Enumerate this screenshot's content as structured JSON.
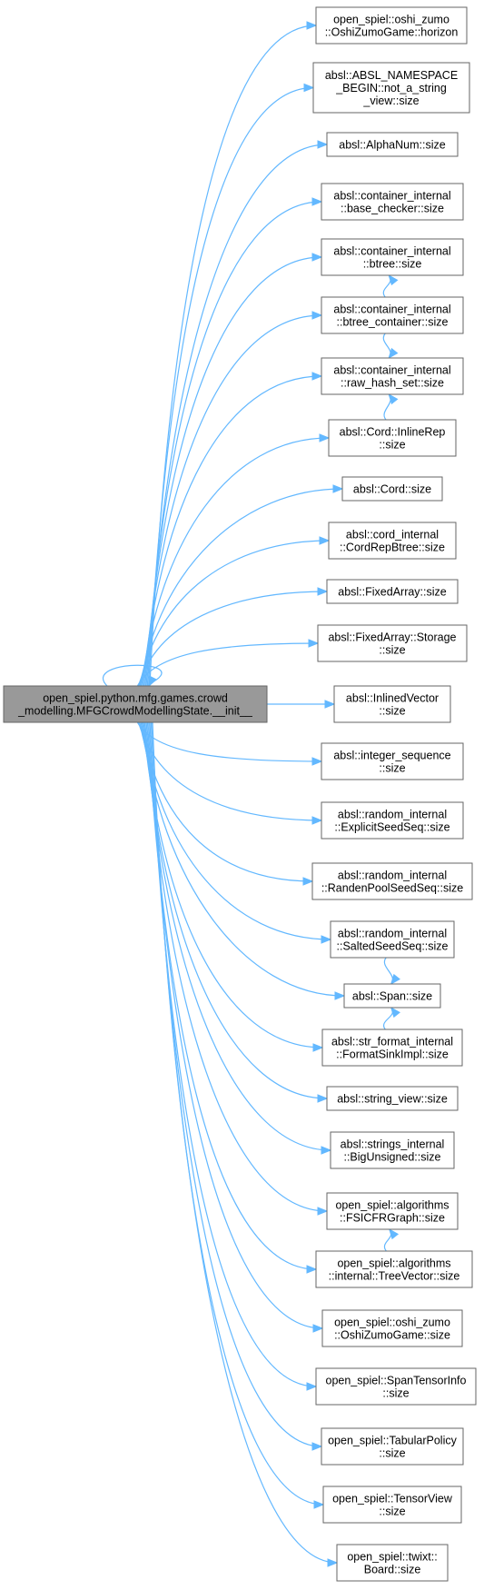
{
  "root": {
    "lines": [
      "open_spiel.python.mfg.games.crowd",
      "_modelling.MFGCrowdModellingState.__init__"
    ]
  },
  "nodes": [
    {
      "id": "n0",
      "lines": [
        "open_spiel::oshi_zumo",
        "::OshiZumoGame::horizon"
      ]
    },
    {
      "id": "n1",
      "lines": [
        "absl::ABSL_NAMESPACE",
        "_BEGIN::not_a_string",
        "_view::size"
      ]
    },
    {
      "id": "n2",
      "lines": [
        "absl::AlphaNum::size"
      ]
    },
    {
      "id": "n3",
      "lines": [
        "absl::container_internal",
        "::base_checker::size"
      ]
    },
    {
      "id": "n4",
      "lines": [
        "absl::container_internal",
        "::btree::size"
      ]
    },
    {
      "id": "n5",
      "lines": [
        "absl::container_internal",
        "::btree_container::size"
      ]
    },
    {
      "id": "n6",
      "lines": [
        "absl::container_internal",
        "::raw_hash_set::size"
      ]
    },
    {
      "id": "n7",
      "lines": [
        "absl::Cord::InlineRep",
        "::size"
      ]
    },
    {
      "id": "n8",
      "lines": [
        "absl::Cord::size"
      ]
    },
    {
      "id": "n9",
      "lines": [
        "absl::cord_internal",
        "::CordRepBtree::size"
      ]
    },
    {
      "id": "n10",
      "lines": [
        "absl::FixedArray::size"
      ]
    },
    {
      "id": "n11",
      "lines": [
        "absl::FixedArray::Storage",
        "::size"
      ]
    },
    {
      "id": "n12",
      "lines": [
        "absl::InlinedVector",
        "::size"
      ]
    },
    {
      "id": "n13",
      "lines": [
        "absl::integer_sequence",
        "::size"
      ]
    },
    {
      "id": "n14",
      "lines": [
        "absl::random_internal",
        "::ExplicitSeedSeq::size"
      ]
    },
    {
      "id": "n15",
      "lines": [
        "absl::random_internal",
        "::RandenPoolSeedSeq::size"
      ]
    },
    {
      "id": "n16",
      "lines": [
        "absl::random_internal",
        "::SaltedSeedSeq::size"
      ]
    },
    {
      "id": "n17",
      "lines": [
        "absl::Span::size"
      ]
    },
    {
      "id": "n18",
      "lines": [
        "absl::str_format_internal",
        "::FormatSinkImpl::size"
      ]
    },
    {
      "id": "n19",
      "lines": [
        "absl::string_view::size"
      ]
    },
    {
      "id": "n20",
      "lines": [
        "absl::strings_internal",
        "::BigUnsigned::size"
      ]
    },
    {
      "id": "n21",
      "lines": [
        "open_spiel::algorithms",
        "::FSICFRGraph::size"
      ]
    },
    {
      "id": "n22",
      "lines": [
        "open_spiel::algorithms",
        "::internal::TreeVector::size"
      ]
    },
    {
      "id": "n23",
      "lines": [
        "open_spiel::oshi_zumo",
        "::OshiZumoGame::size"
      ]
    },
    {
      "id": "n24",
      "lines": [
        "open_spiel::SpanTensorInfo",
        "::size"
      ]
    },
    {
      "id": "n25",
      "lines": [
        "open_spiel::TabularPolicy",
        "::size"
      ]
    },
    {
      "id": "n26",
      "lines": [
        "open_spiel::TensorView",
        "::size"
      ]
    },
    {
      "id": "n27",
      "lines": [
        "open_spiel::twixt::",
        "Board::size"
      ]
    }
  ],
  "edges": [
    [
      "root",
      "root"
    ],
    [
      "root",
      "n0"
    ],
    [
      "root",
      "n1"
    ],
    [
      "root",
      "n2"
    ],
    [
      "root",
      "n3"
    ],
    [
      "root",
      "n4"
    ],
    [
      "root",
      "n5"
    ],
    [
      "root",
      "n6"
    ],
    [
      "root",
      "n7"
    ],
    [
      "root",
      "n8"
    ],
    [
      "root",
      "n9"
    ],
    [
      "root",
      "n10"
    ],
    [
      "root",
      "n11"
    ],
    [
      "root",
      "n12"
    ],
    [
      "root",
      "n13"
    ],
    [
      "root",
      "n14"
    ],
    [
      "root",
      "n15"
    ],
    [
      "root",
      "n16"
    ],
    [
      "root",
      "n17"
    ],
    [
      "root",
      "n18"
    ],
    [
      "root",
      "n19"
    ],
    [
      "root",
      "n20"
    ],
    [
      "root",
      "n21"
    ],
    [
      "root",
      "n22"
    ],
    [
      "root",
      "n23"
    ],
    [
      "root",
      "n24"
    ],
    [
      "root",
      "n25"
    ],
    [
      "root",
      "n26"
    ],
    [
      "root",
      "n27"
    ],
    [
      "n5",
      "n4"
    ],
    [
      "n5",
      "n6"
    ],
    [
      "n7",
      "n6"
    ],
    [
      "n16",
      "n17"
    ],
    [
      "n18",
      "n17"
    ],
    [
      "n22",
      "n21"
    ]
  ],
  "colors": {
    "edge": "#63b8ff",
    "root_fill": "#999999",
    "node_border": "#666666"
  }
}
